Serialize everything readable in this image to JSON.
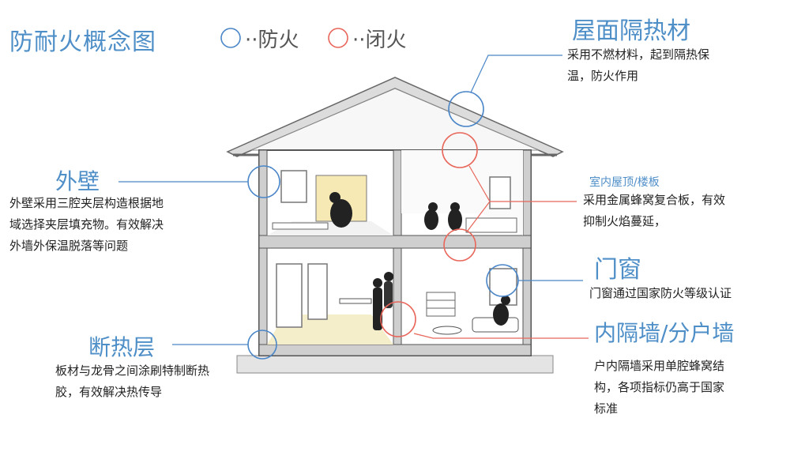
{
  "title": "防耐火概念图",
  "legend": {
    "fireproof_label": "··防火",
    "fireproof_color": "#4a86c8",
    "fire_close_label": "··闭火",
    "fire_close_color": "#e8665a"
  },
  "annotations": {
    "roof": {
      "heading": "屋面隔热材",
      "text": "采用不燃材料，起到隔热保温，防火作用"
    },
    "exterior_wall": {
      "heading": "外壁",
      "text": "外壁采用三腔夹层构造根据地域选择夹层填充物。有效解决外墙外保温脱落等问题"
    },
    "ceiling_floor": {
      "heading": "室内屋顶/楼板",
      "text": "采用金属蜂窝复合板，有效抑制火焰蔓延，"
    },
    "door_window": {
      "heading": "门窗",
      "text": "门窗通过国家防火等级认证"
    },
    "insulation_layer": {
      "heading": "断热层",
      "text": "板材与龙骨之间涂刷特制断热胶，有效解决热传导"
    },
    "partition_wall": {
      "heading": "内隔墙/分户墙",
      "text": "户内隔墙采用单腔蜂窝结构，各项指标仍高于国家标准"
    }
  }
}
